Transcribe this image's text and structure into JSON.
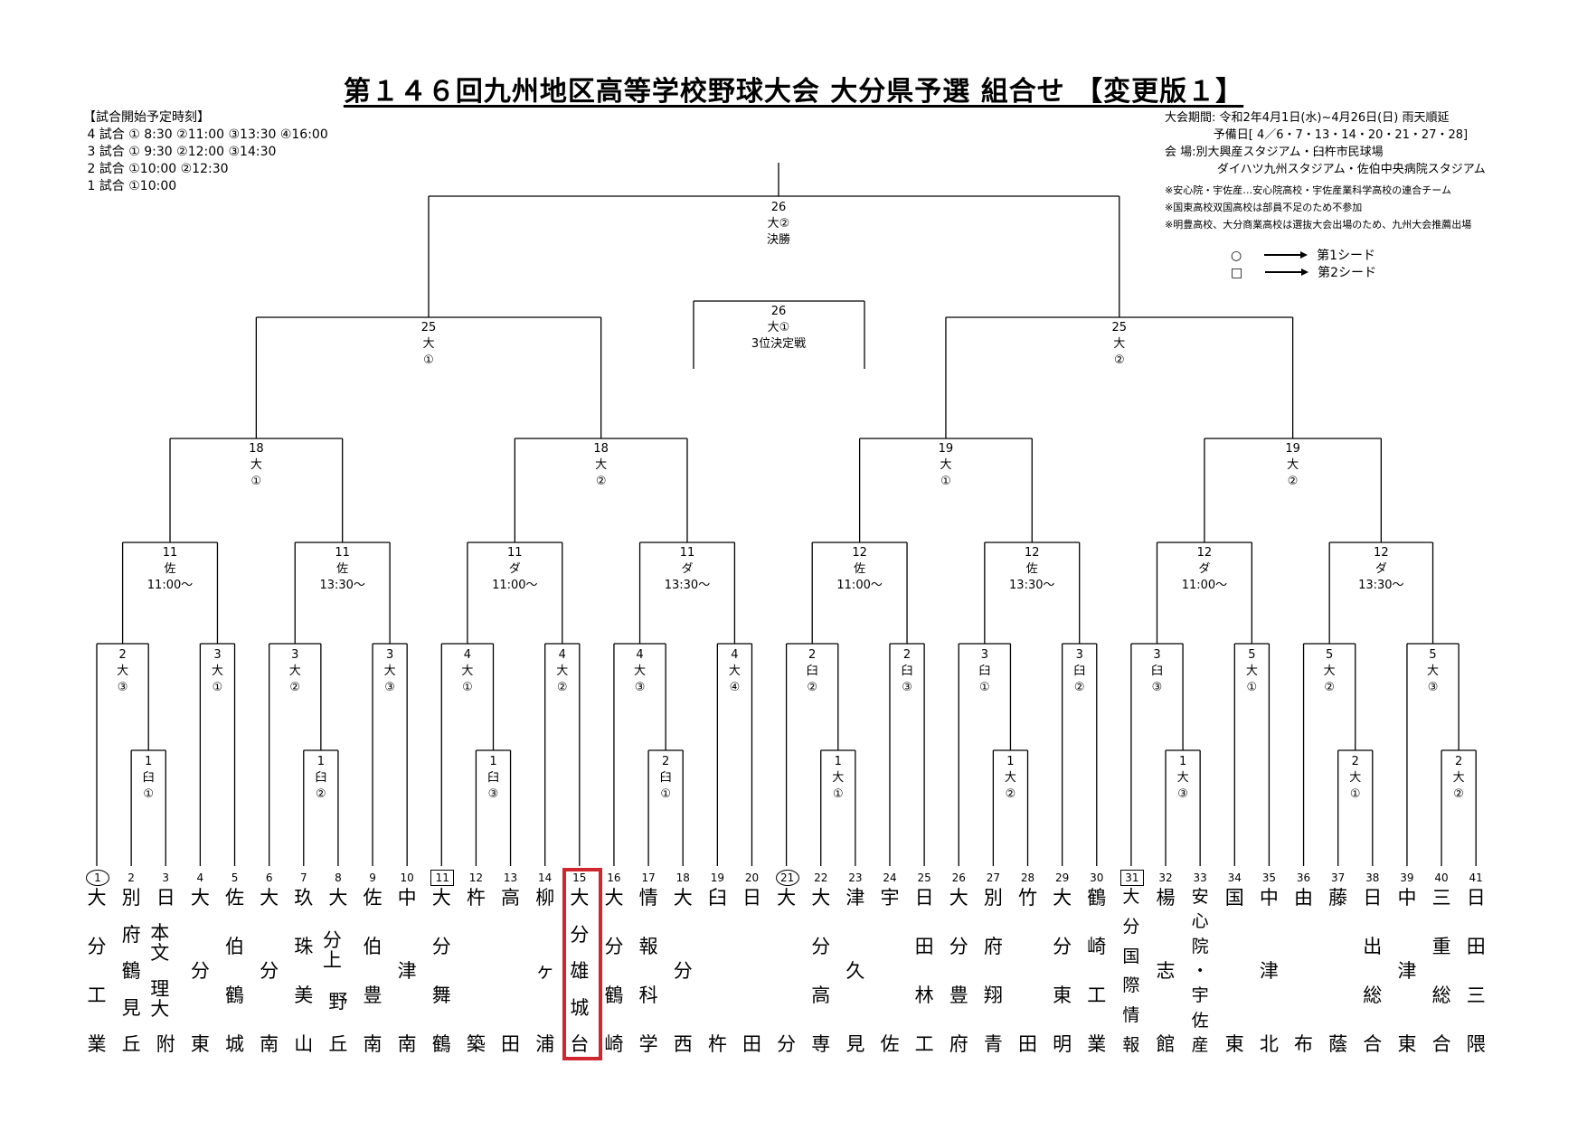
{
  "title": "第１４６回九州地区高等学校野球大会 大分県予選 組合せ 【変更版１】",
  "schedule": {
    "heading": "【試合開始予定時刻】",
    "lines": [
      "4 試合 ① 8:30 ②11:00 ③13:30 ④16:00",
      "3 試合 ① 9:30 ②12:00 ③14:30",
      "2 試合 ①10:00 ②12:30",
      "1 試合 ①10:00"
    ]
  },
  "info": {
    "period": "大会期間: 令和2年4月1日(水)~4月26日(日) 雨天順延",
    "reserve": "予備日[ 4／6・7・13・14・20・21・27・28]",
    "venue_label": "会 場:",
    "venue1": "別大興産スタジアム・臼杵市民球場",
    "venue2": "ダイハツ九州スタジアム・佐伯中央病院スタジアム",
    "notes": [
      "※安心院・宇佐産…安心院高校・宇佐産業科学高校の連合チーム",
      "※国東高校双国高校は部員不足のため不参加",
      "※明豊高校、大分商業高校は選抜大会出場のため、九州大会推薦出場"
    ]
  },
  "legend": {
    "seed1_symbol": "○",
    "seed1_label": "第1シード",
    "seed2_symbol": "□",
    "seed2_label": "第2シード"
  },
  "matches": {
    "final": [
      "26",
      "大②",
      "決勝"
    ],
    "third": [
      "26",
      "大①",
      "3位決定戦"
    ],
    "semi": [
      [
        "25",
        "大",
        "①"
      ],
      [
        "25",
        "大",
        "②"
      ]
    ],
    "qf": [
      [
        "18",
        "大",
        "①"
      ],
      [
        "18",
        "大",
        "②"
      ],
      [
        "19",
        "大",
        "①"
      ],
      [
        "19",
        "大",
        "②"
      ]
    ],
    "r3": [
      [
        "11",
        "佐",
        "11:00〜"
      ],
      [
        "11",
        "佐",
        "13:30〜"
      ],
      [
        "11",
        "ダ",
        "11:00〜"
      ],
      [
        "11",
        "ダ",
        "13:30〜"
      ],
      [
        "12",
        "佐",
        "11:00〜"
      ],
      [
        "12",
        "佐",
        "13:30〜"
      ],
      [
        "12",
        "ダ",
        "11:00〜"
      ],
      [
        "12",
        "ダ",
        "13:30〜"
      ]
    ],
    "r2": [
      [
        "2",
        "大",
        "③"
      ],
      [
        "3",
        "大",
        "①"
      ],
      [
        "3",
        "大",
        "②"
      ],
      [
        "3",
        "大",
        "③"
      ],
      [
        "4",
        "大",
        "①"
      ],
      [
        "4",
        "大",
        "②"
      ],
      [
        "4",
        "大",
        "③"
      ],
      [
        "4",
        "大",
        "④"
      ],
      [
        "2",
        "臼",
        "②"
      ],
      [
        "2",
        "臼",
        "③"
      ],
      [
        "3",
        "臼",
        "①"
      ],
      [
        "3",
        "臼",
        "②"
      ],
      [
        "3",
        "臼",
        "③"
      ],
      [
        "5",
        "大",
        "①"
      ],
      [
        "5",
        "大",
        "②"
      ],
      [
        "5",
        "大",
        "③"
      ]
    ],
    "r1": [
      [
        "1",
        "臼",
        "①"
      ],
      [
        "1",
        "臼",
        "②"
      ],
      [
        "1",
        "臼",
        "③"
      ],
      [
        "2",
        "臼",
        "①"
      ],
      [
        "1",
        "大",
        "①"
      ],
      [
        "1",
        "大",
        "②"
      ],
      [
        "1",
        "大",
        "③"
      ],
      [
        "2",
        "大",
        "①"
      ],
      [
        "2",
        "大",
        "②"
      ]
    ]
  },
  "teams": [
    {
      "num": "1",
      "seed": "circle",
      "name": [
        "大",
        "分",
        "工",
        "業"
      ]
    },
    {
      "num": "2",
      "name": [
        "別",
        "府",
        "鶴",
        "見",
        "丘"
      ]
    },
    {
      "num": "3",
      "name": [
        "日",
        "本文",
        "理大",
        "附"
      ]
    },
    {
      "num": "4",
      "name": [
        "大",
        "分",
        "東"
      ]
    },
    {
      "num": "5",
      "name": [
        "佐",
        "伯",
        "鶴",
        "城"
      ]
    },
    {
      "num": "6",
      "name": [
        "大",
        "分",
        "南"
      ]
    },
    {
      "num": "7",
      "name": [
        "玖",
        "珠",
        "美",
        "山"
      ]
    },
    {
      "num": "8",
      "name": [
        "大",
        "分上",
        "野",
        "丘"
      ]
    },
    {
      "num": "9",
      "name": [
        "佐",
        "伯",
        "豊",
        "南"
      ]
    },
    {
      "num": "10",
      "name": [
        "中",
        "津",
        "南"
      ]
    },
    {
      "num": "11",
      "seed": "square",
      "name": [
        "大",
        "分",
        "舞",
        "鶴"
      ]
    },
    {
      "num": "12",
      "name": [
        "杵",
        "築"
      ]
    },
    {
      "num": "13",
      "name": [
        "高",
        "田"
      ]
    },
    {
      "num": "14",
      "name": [
        "柳",
        "ヶ",
        "浦"
      ]
    },
    {
      "num": "15",
      "name": [
        "大",
        "分",
        "雄",
        "城",
        "台"
      ]
    },
    {
      "num": "16",
      "name": [
        "大",
        "分",
        "鶴",
        "崎"
      ]
    },
    {
      "num": "17",
      "name": [
        "情",
        "報",
        "科",
        "学"
      ]
    },
    {
      "num": "18",
      "name": [
        "大",
        "分",
        "西"
      ]
    },
    {
      "num": "19",
      "name": [
        "臼",
        "杵"
      ]
    },
    {
      "num": "20",
      "name": [
        "日",
        "田"
      ]
    },
    {
      "num": "21",
      "seed": "circle",
      "name": [
        "大",
        "分"
      ]
    },
    {
      "num": "22",
      "name": [
        "大",
        "分",
        "高",
        "専"
      ]
    },
    {
      "num": "23",
      "name": [
        "津",
        "久",
        "見"
      ]
    },
    {
      "num": "24",
      "name": [
        "宇",
        "佐"
      ]
    },
    {
      "num": "25",
      "name": [
        "日",
        "田",
        "林",
        "工"
      ]
    },
    {
      "num": "26",
      "name": [
        "大",
        "分",
        "豊",
        "府"
      ]
    },
    {
      "num": "27",
      "name": [
        "別",
        "府",
        "翔",
        "青"
      ]
    },
    {
      "num": "28",
      "name": [
        "竹",
        "田"
      ]
    },
    {
      "num": "29",
      "name": [
        "大",
        "分",
        "東",
        "明"
      ]
    },
    {
      "num": "30",
      "name": [
        "鶴",
        "崎",
        "工",
        "業"
      ]
    },
    {
      "num": "31",
      "seed": "square",
      "name": [
        "大",
        "分",
        "国",
        "際",
        "情",
        "報"
      ]
    },
    {
      "num": "32",
      "name": [
        "楊",
        "志",
        "館"
      ]
    },
    {
      "num": "33",
      "name": [
        "安",
        "心",
        "院",
        "・",
        "宇",
        "佐",
        "産"
      ]
    },
    {
      "num": "34",
      "name": [
        "国",
        "東"
      ]
    },
    {
      "num": "35",
      "name": [
        "中",
        "津",
        "北"
      ]
    },
    {
      "num": "36",
      "name": [
        "由",
        "布"
      ]
    },
    {
      "num": "37",
      "name": [
        "藤",
        "蔭"
      ]
    },
    {
      "num": "38",
      "name": [
        "日",
        "出",
        "総",
        "合"
      ]
    },
    {
      "num": "39",
      "name": [
        "中",
        "津",
        "東"
      ]
    },
    {
      "num": "40",
      "name": [
        "三",
        "重",
        "総",
        "合"
      ]
    },
    {
      "num": "41",
      "name": [
        "日",
        "田",
        "三",
        "隈"
      ]
    }
  ],
  "highlight_team": "15"
}
